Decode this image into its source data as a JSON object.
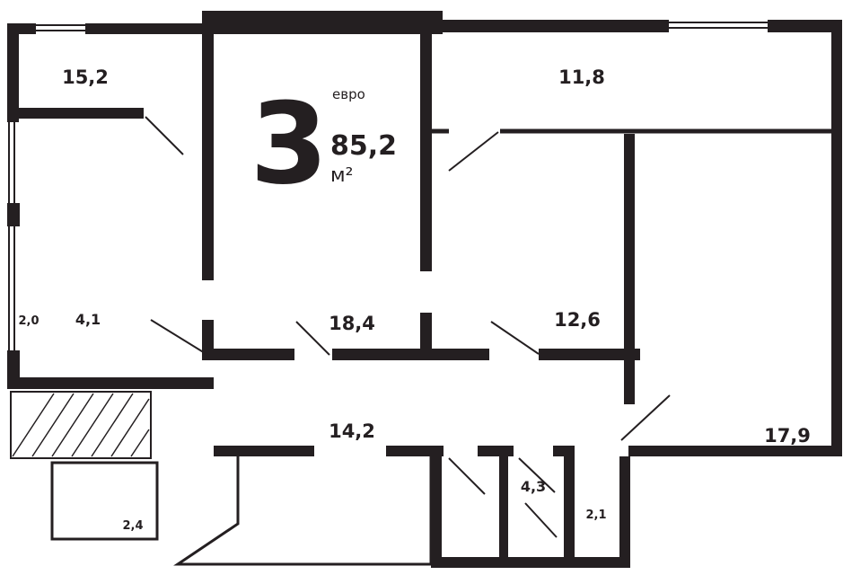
{
  "colors": {
    "wall": "#241f21",
    "background": "#ffffff"
  },
  "apartment": {
    "rooms_count": "3",
    "type_label": "евро",
    "area_value": "85,2",
    "area_unit": "м²"
  },
  "labels": {
    "room_top_left": "15,2",
    "room_top_right": "11,8",
    "room_center": "18,4",
    "room_mid_right": "12,6",
    "room_right": "17,9",
    "hallway": "14,2",
    "bathroom": "4,3",
    "wc": "2,1",
    "left_dim_a": "2,0",
    "left_dim_b": "4,1",
    "balcony": "2,4"
  }
}
